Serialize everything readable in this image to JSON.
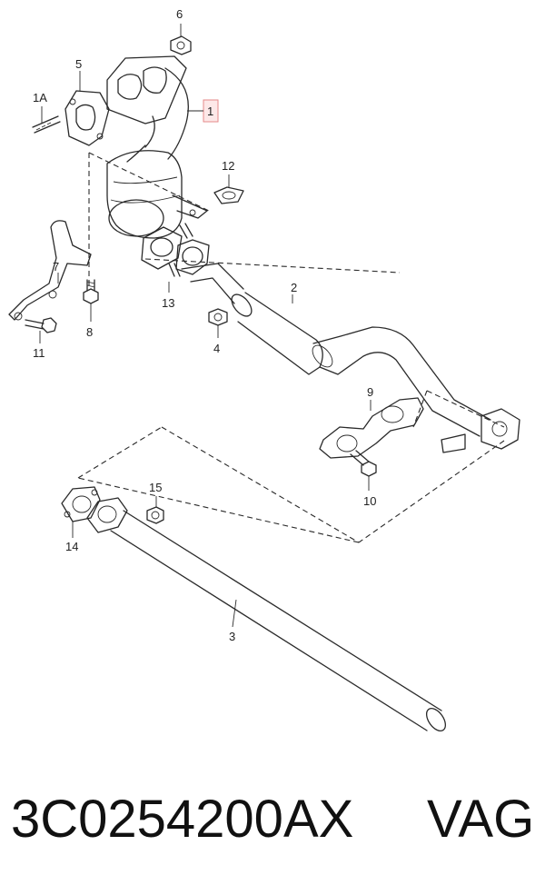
{
  "callouts": {
    "c6": "6",
    "c5": "5",
    "c1a": "1A",
    "c1": "1",
    "c12": "12",
    "c7": "7",
    "c8": "8",
    "c11": "11",
    "c13": "13",
    "c4": "4",
    "c2": "2",
    "c9": "9",
    "c10": "10",
    "c15": "15",
    "c14": "14",
    "c3": "3"
  },
  "footer": {
    "part_number": "3C0254200AX",
    "brand": "VAG"
  },
  "colors": {
    "line": "#2a2a2a",
    "highlight_box": "#e58a8a",
    "highlight_fill": "#fde8e8"
  }
}
